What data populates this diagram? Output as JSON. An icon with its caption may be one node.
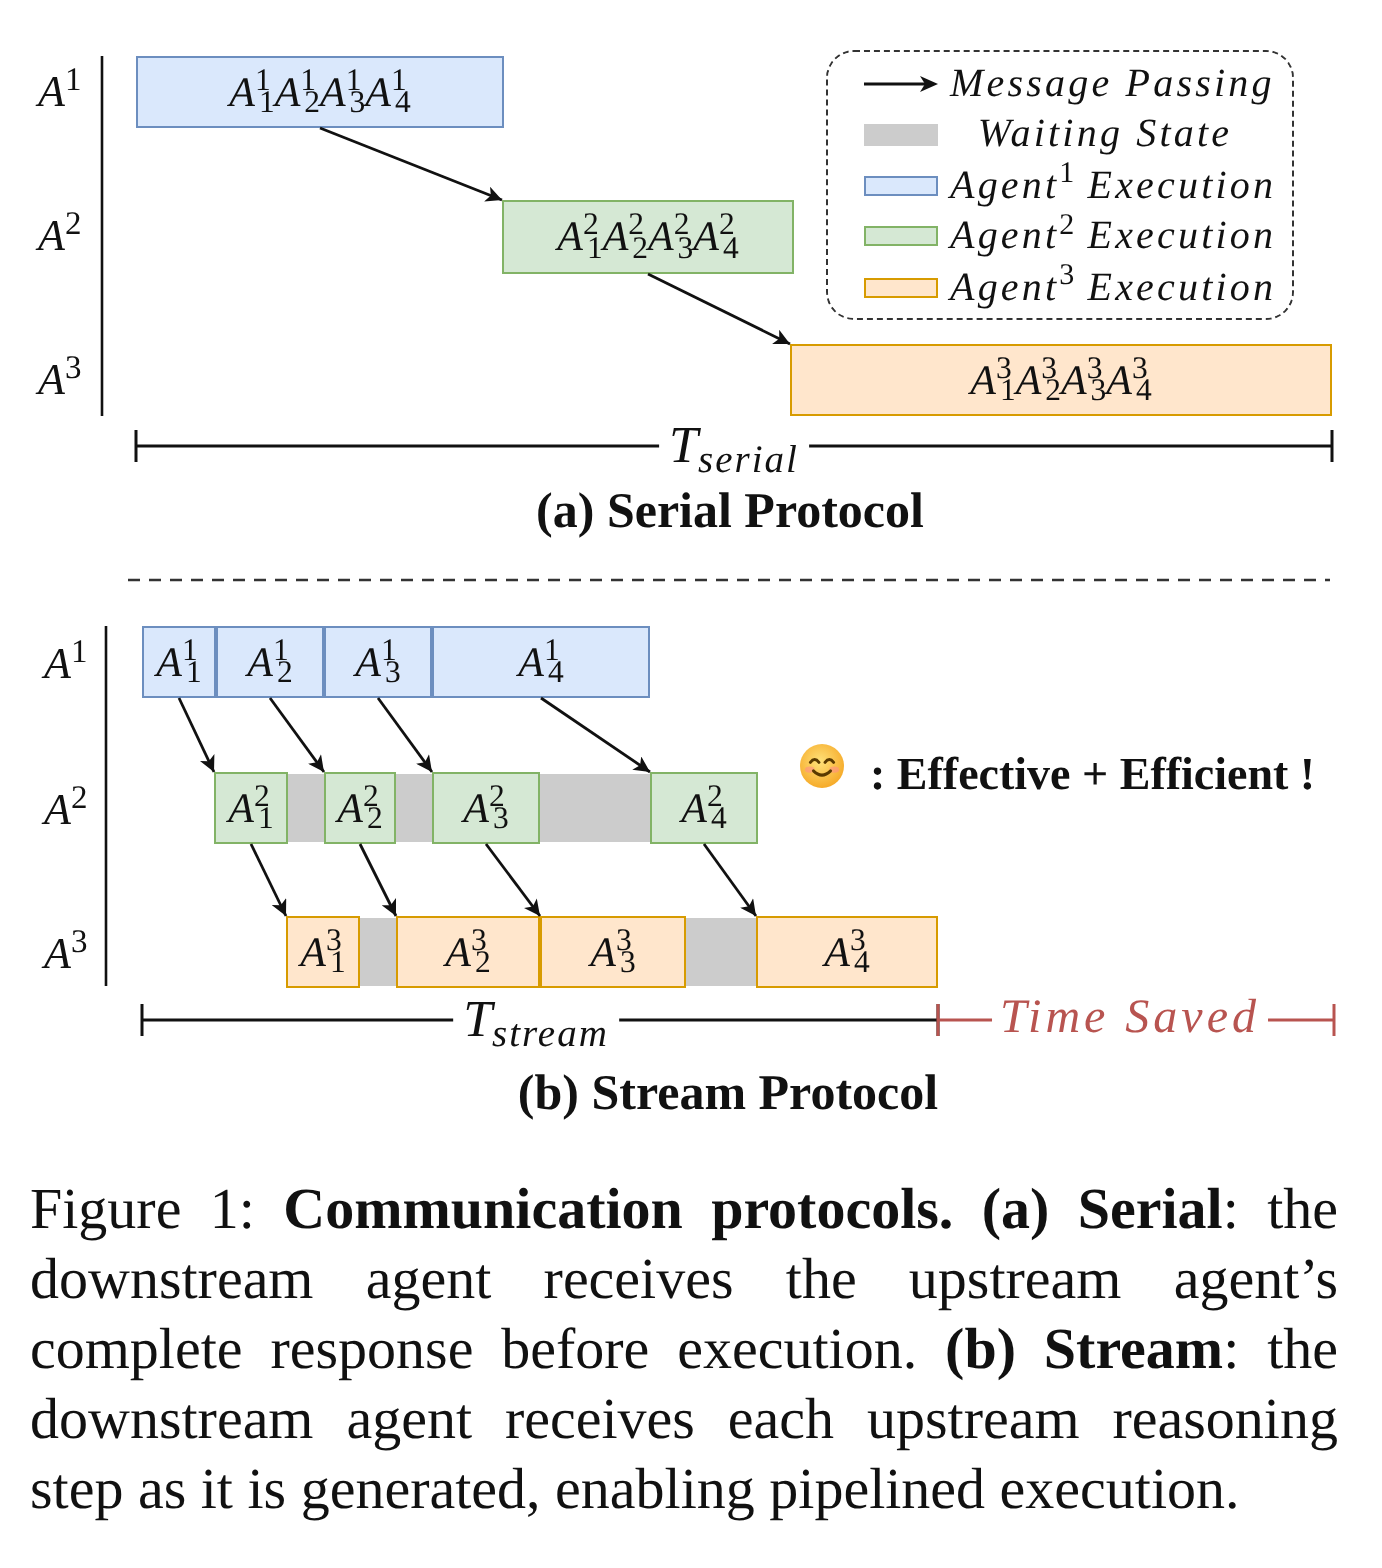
{
  "diagram": {
    "caption": "Figure 1: **Communication protocols.** **(a) Serial**: the downstream agent receives the upstream agent’s complete response before execution. **(b) Stream**: the downstream agent receives each upstream reasoning step as it is generated, enabling pipelined execution.",
    "nodes": [
      {
        "text": [
          "A$^{1}$$_{1}$A$^{1}$$_{2}$A$^{1}$$_{3}$A$^{1}$$_{4}$"
        ]
      },
      {
        "text": [
          "A$^{2}$$_{1}$A$^{2}$$_{2}$A$^{2}$$_{3}$A$^{2}$$_{4}$"
        ]
      },
      {
        "text": [
          "A$^{3}$$_{1}$A$^{3}$$_{2}$A$^{3}$$_{3}$A$^{3}$$_{4}$"
        ]
      },
      {
        "text": [
          "A$^{1}$$_{1}$"
        ]
      },
      {
        "text": [
          "A$^{1}$$_{2}$"
        ]
      },
      {
        "text": [
          "A$^{1}$$_{3}$"
        ]
      },
      {
        "text": [
          "A$^{1}$$_{4}$"
        ]
      },
      {
        "text": [
          "A$^{2}$$_{1}$"
        ]
      },
      {
        "text": [],
        "shape": "bar"
      },
      {
        "text": [
          "A$^{2}$$_{2}$"
        ]
      },
      {
        "text": [],
        "shape": "bar"
      },
      {
        "text": [
          "A$^{2}$$_{3}$"
        ]
      },
      {
        "text": [],
        "shape": "bar"
      },
      {
        "text": [
          "A$^{2}$$_{4}$"
        ]
      },
      {
        "text": [
          "A$^{3}$$_{1}$"
        ]
      },
      {
        "text": [],
        "shape": "bar"
      },
      {
        "text": [
          "A$^{3}$$_{2}$"
        ]
      },
      {
        "text": [
          "A$^{3}$$_{3}$"
        ]
      },
      {
        "text": [],
        "shape": "bar"
      },
      {
        "text": [
          "A$^{3}$$_{4}$"
        ]
      }
    ],
    "edges": [
      {
        "from": 0,
        "to": 1,
        "arrow": "to"
      },
      {
        "from": 1,
        "to": 2,
        "arrow": "to"
      },
      {
        "from": 3,
        "to": 7,
        "arrow": "to"
      },
      {
        "from": 4,
        "to": 9,
        "arrow": "to"
      },
      {
        "from": 5,
        "to": 11,
        "arrow": "to"
      },
      {
        "from": 6,
        "to": 13,
        "arrow": "to"
      },
      {
        "from": 7,
        "to": 14,
        "arrow": "to"
      },
      {
        "from": 9,
        "to": 16,
        "arrow": "to"
      },
      {
        "from": 11,
        "to": 17,
        "arrow": "to"
      },
      {
        "from": 13,
        "to": 19,
        "arrow": "to"
      }
    ],
    "labels": [
      "A$^{1}$",
      "A$^{2}$",
      "A$^{3}$",
      "T$_{serial}$",
      "(a) Serial Protocol",
      "A$^{1}$",
      "A$^{2}$",
      ": Effective + Efficient !",
      "A$^{3}$",
      "T$_{stream}$",
      "Time Saved",
      "(b) Stream Protocol"
    ],
    "legend": [
      {
        "text": "Message Passing"
      },
      {
        "text": "Waiting State",
        "color": "#cccccc"
      },
      {
        "text": "Agent$^{1}$ Execution",
        "color": "#dae8fc"
      },
      {
        "text": "Agent$^{2}$ Execution",
        "color": "#d5e8d4"
      },
      {
        "text": "Agent$^{3}$ Execution",
        "color": "#ffe6cc"
      }
    ]
  }
}
